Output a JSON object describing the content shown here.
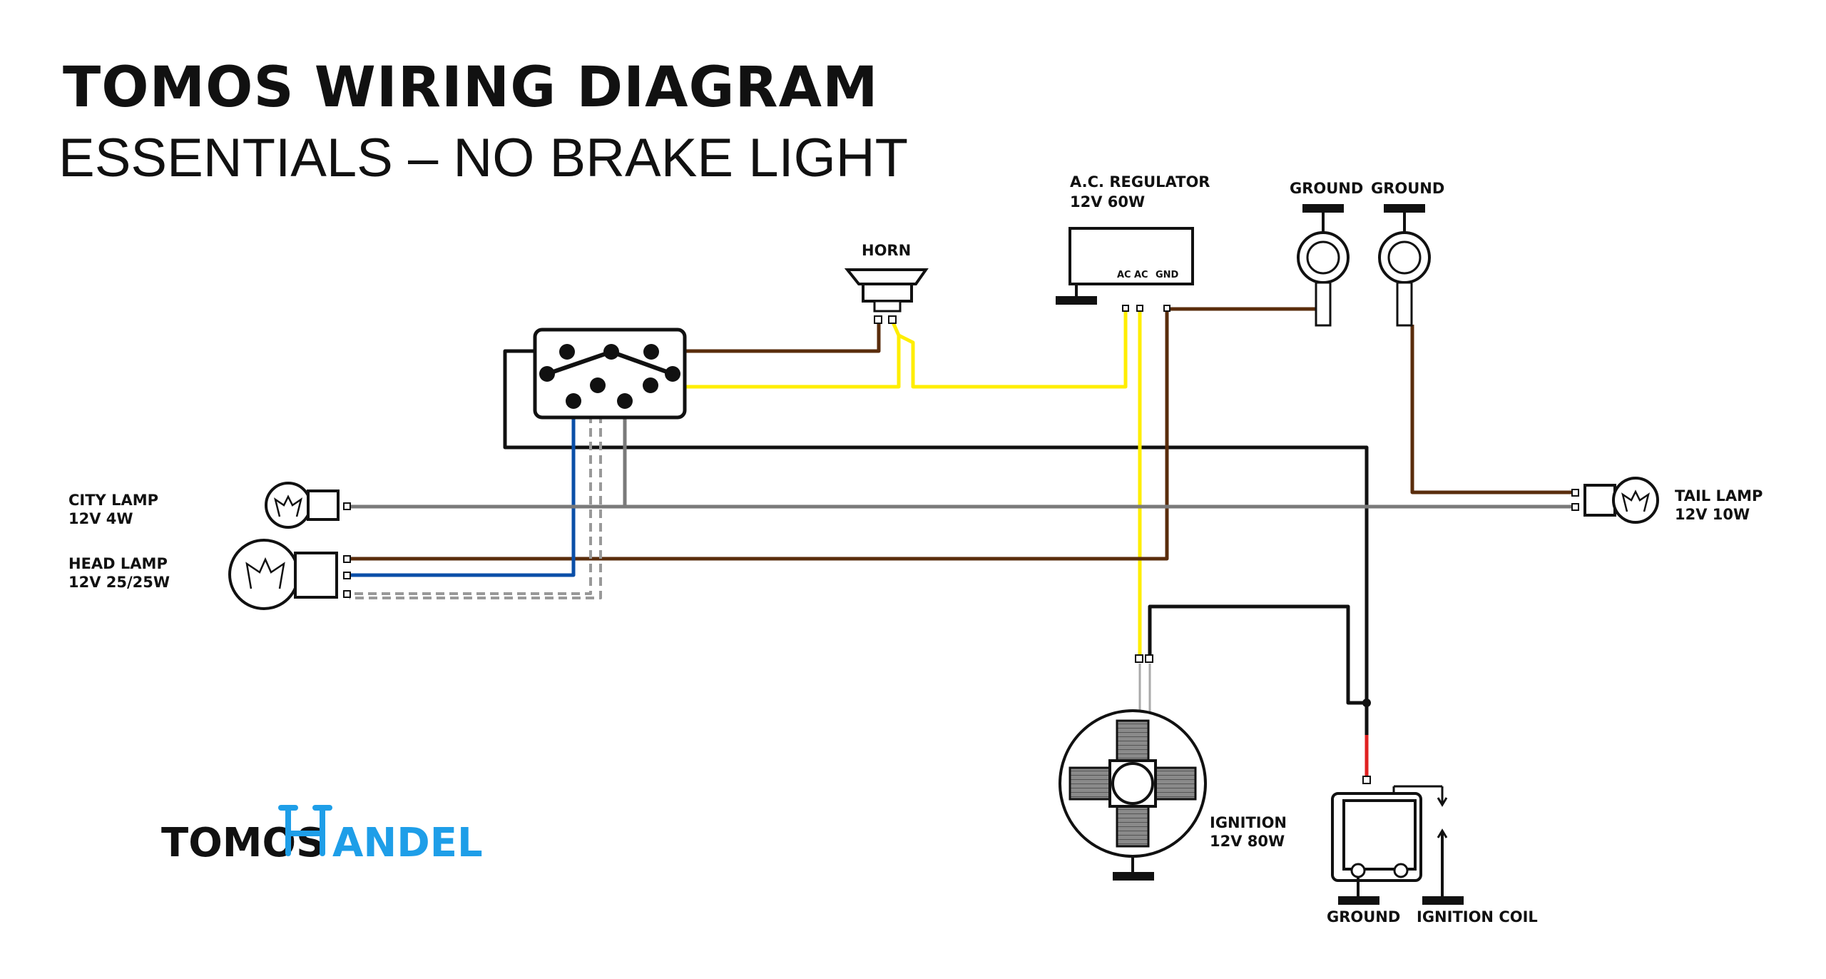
{
  "header": {
    "title": "TOMOS WIRING DIAGRAM",
    "subtitle": "ESSENTIALS – NO BRAKE LIGHT"
  },
  "components": {
    "horn": {
      "label": "HORN"
    },
    "regulator": {
      "label": "A.C. REGULATOR",
      "rating": "12V 60W",
      "terminal_ac1": "AC",
      "terminal_ac2": "AC",
      "terminal_gnd": "GND"
    },
    "ground_1": {
      "label": "GROUND"
    },
    "ground_2": {
      "label": "GROUND"
    },
    "city_lamp": {
      "label": "CITY LAMP",
      "rating": "12V  4W"
    },
    "head_lamp": {
      "label": "HEAD LAMP",
      "rating": "12V 25/25W"
    },
    "tail_lamp": {
      "label": "TAIL LAMP",
      "rating": "12V 10W"
    },
    "ignition": {
      "label": "IGNITION",
      "rating": "12V 80W"
    },
    "coil_ground": {
      "label": "GROUND"
    },
    "ignition_coil": {
      "label": "IGNITION COIL"
    }
  },
  "logo": {
    "left": "TOMOS",
    "right": "ANDEL"
  },
  "colors": {
    "black": "#111111",
    "brown": "#5a2d0c",
    "yellow": "#ffee00",
    "blue": "#0b4fa8",
    "grey": "#7a7a7a",
    "red": "#e02020",
    "logo_blue": "#1e9ee8"
  }
}
